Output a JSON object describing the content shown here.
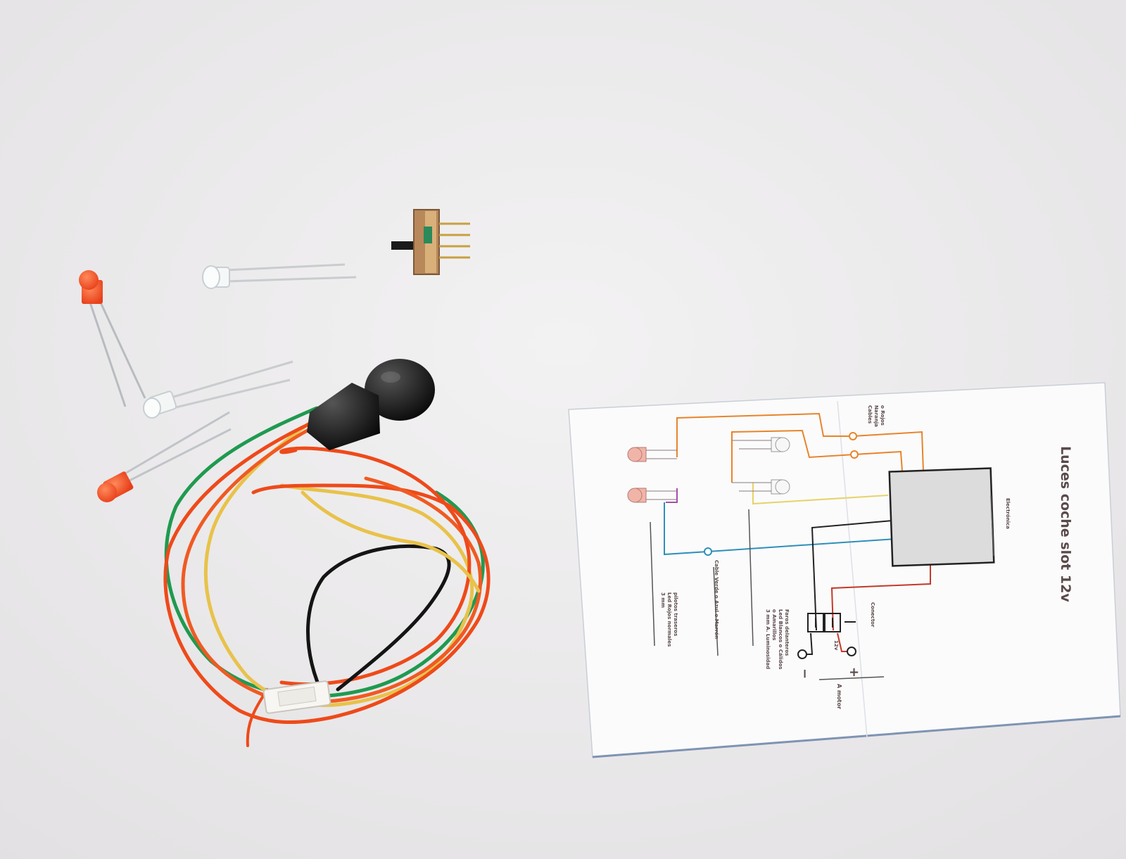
{
  "photo": {
    "background_color": "#eeeced",
    "objects": [
      "red-led",
      "white-led",
      "slide-switch",
      "electronics-module",
      "wire-bundle",
      "jst-connector",
      "instruction-sheet"
    ]
  },
  "sheet": {
    "title": "Luces coche slot 12v",
    "label_cables": [
      "Cables",
      "Naranja",
      "o Rojos"
    ],
    "label_electronica": "Electrónica",
    "label_conector": "Conector",
    "label_12v": "12v",
    "label_plus": "+",
    "label_minus": "−",
    "label_motor": "A motor",
    "label_faros": [
      "Faros delanteros",
      "Led Blancos o Cálidos",
      "o Amarillos",
      "3 mm A. Luminosidad"
    ],
    "label_cable_verde": "Cable Verde o Azul o Marrón",
    "label_pilotos": [
      "pilotos traseros",
      "Led Rojos normales",
      "3 mm"
    ],
    "colors": {
      "orange_wire": "#e8842a",
      "yellow_wire": "#e6d36a",
      "blue_wire": "#2f8fb8",
      "red_wire": "#c23a2a",
      "black_wire": "#222222",
      "box_fill": "#dcdcdc"
    }
  }
}
